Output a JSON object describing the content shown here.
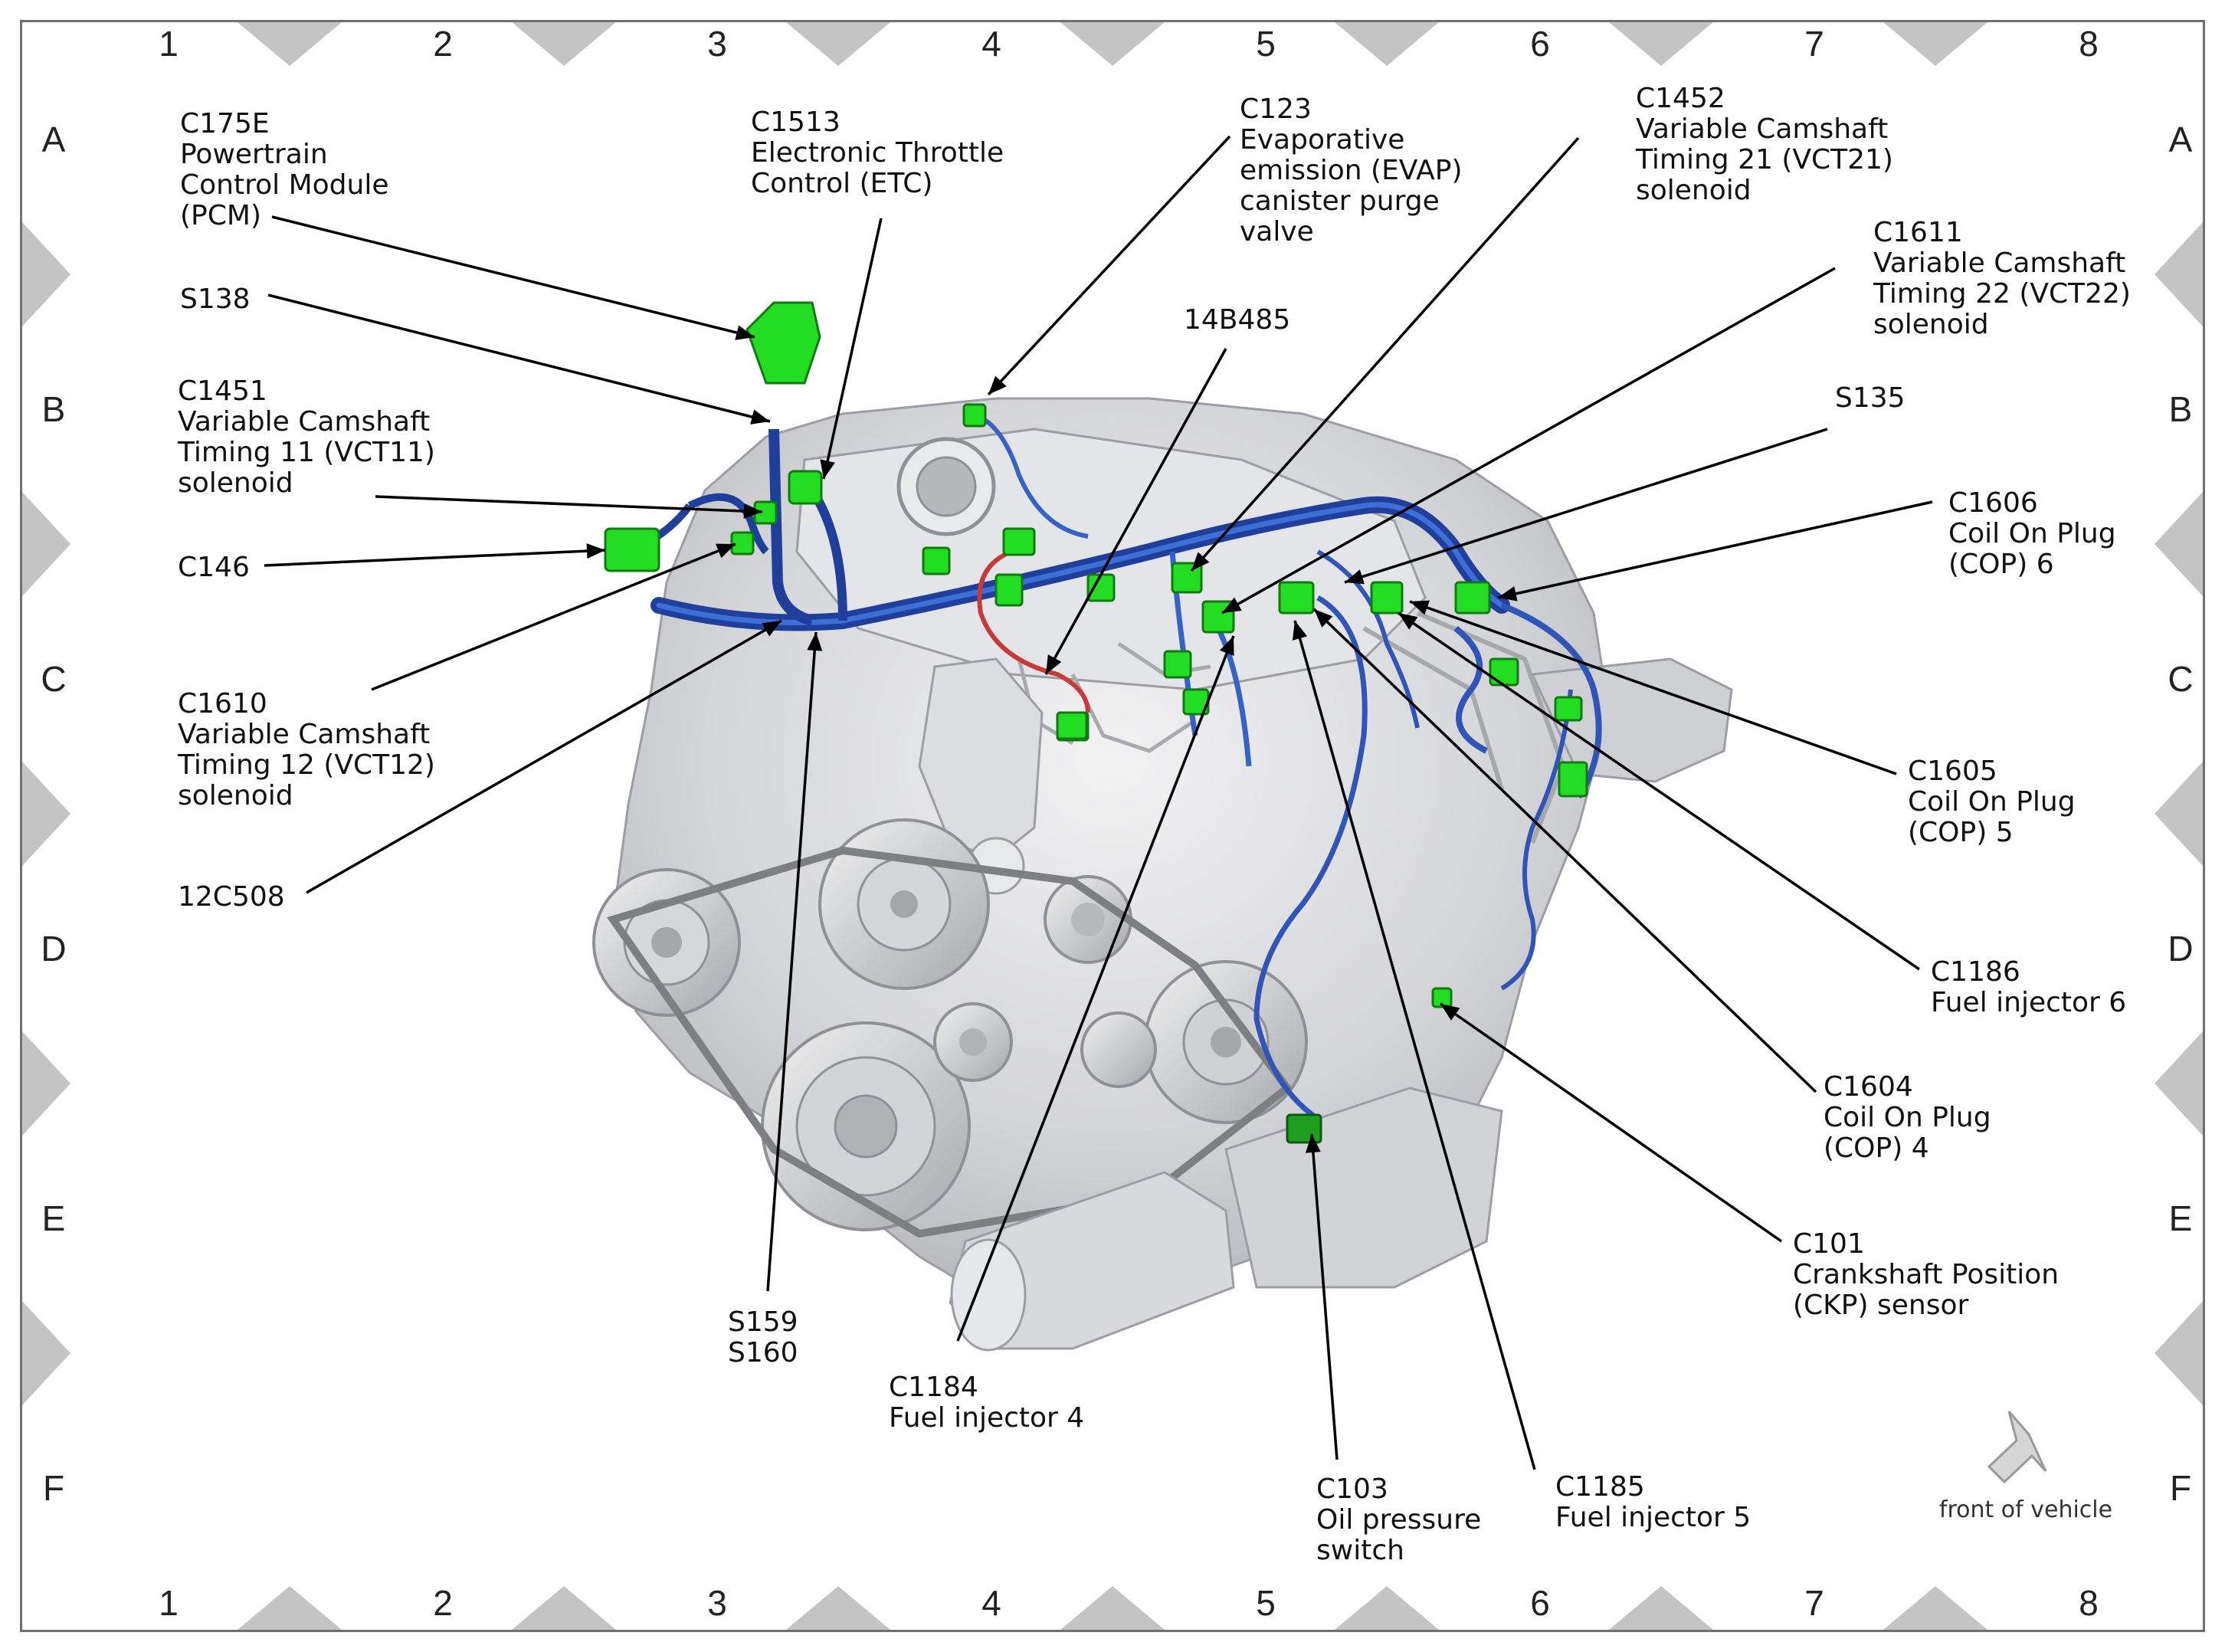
{
  "grid": {
    "columns": [
      "1",
      "2",
      "3",
      "4",
      "5",
      "6",
      "7",
      "8"
    ],
    "rows": [
      "A",
      "B",
      "C",
      "D",
      "E",
      "F"
    ]
  },
  "callouts": [
    {
      "id": "c175e",
      "lines": [
        "C175E",
        "Powertrain",
        "Control Module",
        "(PCM)"
      ]
    },
    {
      "id": "c1513",
      "lines": [
        "C1513",
        "Electronic Throttle",
        "Control (ETC)"
      ]
    },
    {
      "id": "c123",
      "lines": [
        "C123",
        "Evaporative",
        "emission (EVAP)",
        "canister purge",
        "valve"
      ]
    },
    {
      "id": "c1452",
      "lines": [
        "C1452",
        "Variable Camshaft",
        "Timing 21 (VCT21)",
        "solenoid"
      ]
    },
    {
      "id": "c1611",
      "lines": [
        "C1611",
        "Variable Camshaft",
        "Timing 22 (VCT22)",
        "solenoid"
      ]
    },
    {
      "id": "s138",
      "lines": [
        "S138"
      ]
    },
    {
      "id": "14b485",
      "lines": [
        "14B485"
      ]
    },
    {
      "id": "c1451",
      "lines": [
        "C1451",
        "Variable Camshaft",
        "Timing 11 (VCT11)",
        "solenoid"
      ]
    },
    {
      "id": "s135",
      "lines": [
        "S135"
      ]
    },
    {
      "id": "c1606",
      "lines": [
        "C1606",
        "Coil On Plug",
        "(COP) 6"
      ]
    },
    {
      "id": "c146",
      "lines": [
        "C146"
      ]
    },
    {
      "id": "c1610",
      "lines": [
        "C1610",
        "Variable Camshaft",
        "Timing 12 (VCT12)",
        "solenoid"
      ]
    },
    {
      "id": "c1605",
      "lines": [
        "C1605",
        "Coil On Plug",
        "(COP) 5"
      ]
    },
    {
      "id": "12c508",
      "lines": [
        "12C508"
      ]
    },
    {
      "id": "c1186",
      "lines": [
        "C1186",
        "Fuel injector 6"
      ]
    },
    {
      "id": "c1604",
      "lines": [
        "C1604",
        "Coil On Plug",
        "(COP) 4"
      ]
    },
    {
      "id": "c101",
      "lines": [
        "C101",
        "Crankshaft Position",
        "(CKP) sensor"
      ]
    },
    {
      "id": "s159",
      "lines": [
        "S159",
        "S160"
      ]
    },
    {
      "id": "c1184",
      "lines": [
        "C1184",
        "Fuel injector 4"
      ]
    },
    {
      "id": "c103",
      "lines": [
        "C103",
        "Oil pressure",
        "switch"
      ]
    },
    {
      "id": "c1185",
      "lines": [
        "C1185",
        "Fuel injector 5"
      ]
    }
  ],
  "front_of_vehicle": "front of vehicle",
  "colors": {
    "harness": "#1f3f9a",
    "harness_light": "#3d6fd6",
    "connector": "#22dd22",
    "red_wire": "#c83a3a",
    "engine": "#d9dadd"
  }
}
